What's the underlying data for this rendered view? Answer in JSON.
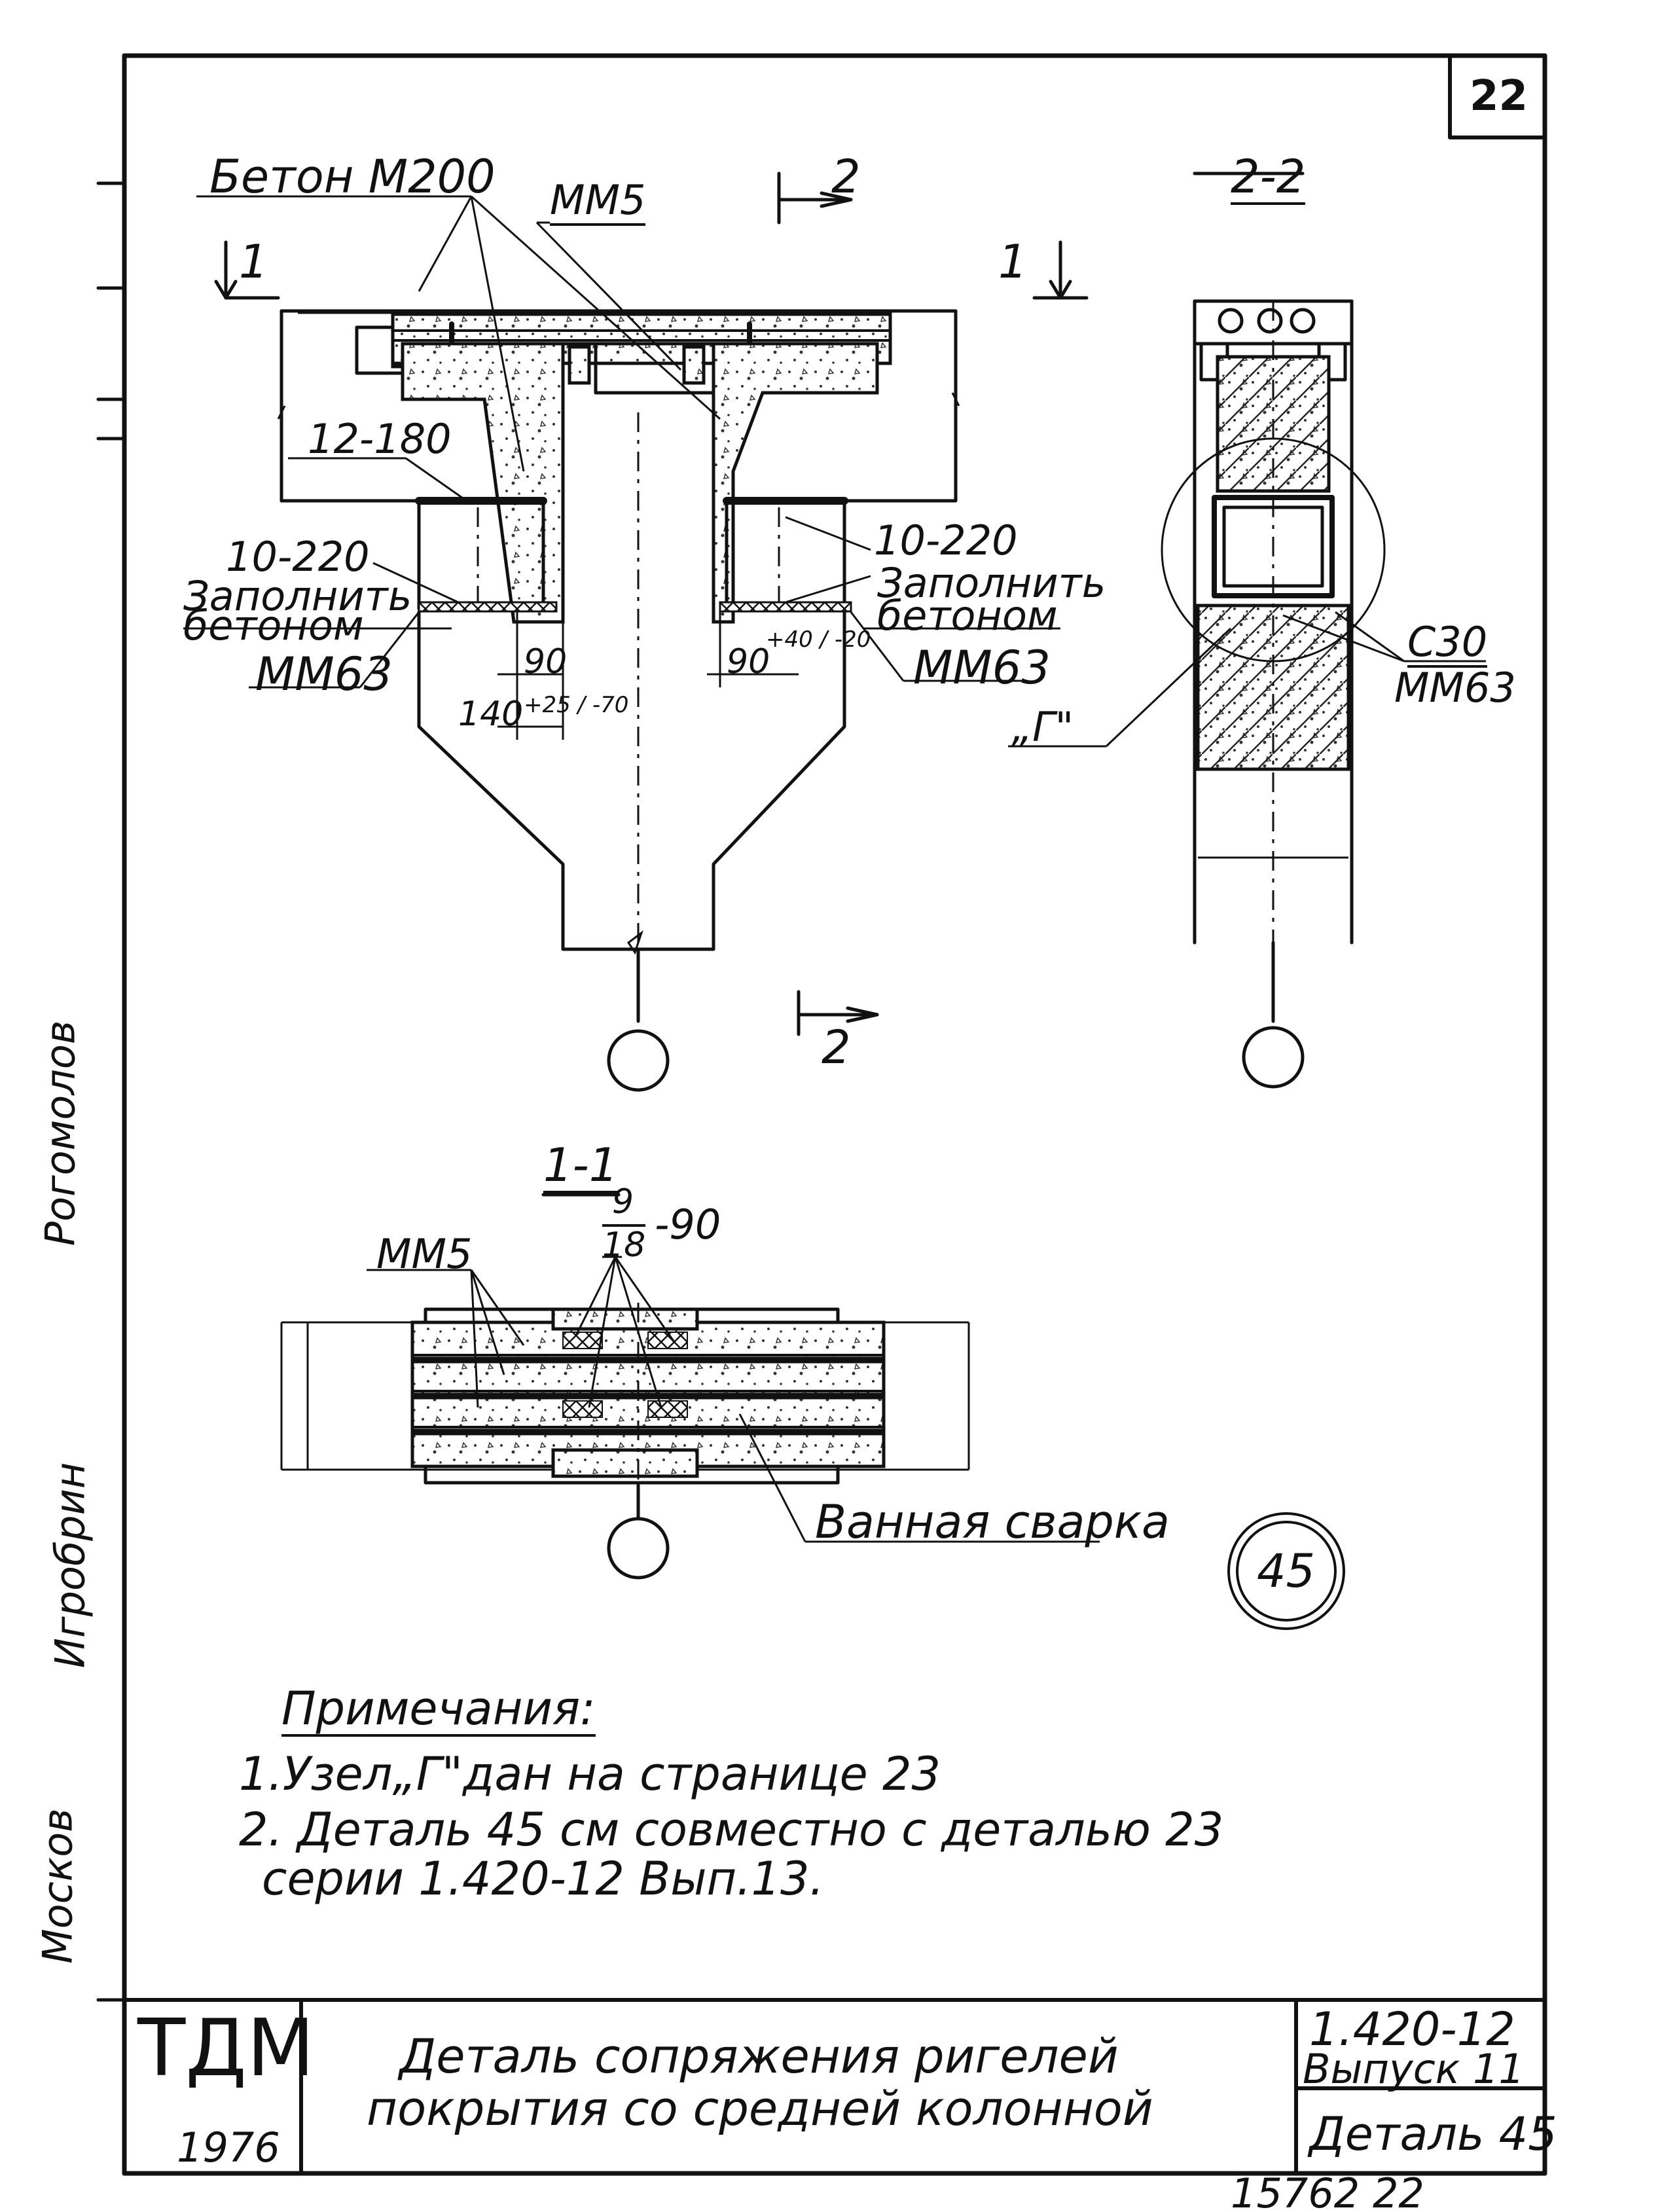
{
  "sheet": {
    "page_number": "22"
  },
  "labels": {
    "concrete_grade": "Бетон М200",
    "mm5_top": "ММ5",
    "section_mark_2": "2",
    "section_mark_1": "1",
    "section_2_title": "2-2",
    "section_1_title": "1-1",
    "spacing_12_180": "12-180",
    "spacing_10_220_left": "10-220",
    "spacing_10_220_right": "10-220",
    "fill_concrete_left_1": "Заполнить",
    "fill_concrete_left_2": "бетоном",
    "fill_concrete_right_1": "Заполнить",
    "fill_concrete_right_2": "бетоном",
    "mm63_left": "ММ63",
    "mm63_right": "ММ63",
    "mm63_section": "ММ63",
    "c30": "С30",
    "node_g": "„Г\"",
    "dim_90_left": "90",
    "dim_140": "140",
    "dim_tol_left": "+25 / -70",
    "dim_90_right": "90",
    "dim_tol_right": "+40 / -20",
    "mm5_plan": "ММ5",
    "frac_num": "9",
    "frac_den": "18",
    "frac_tail": "-90",
    "bath_welding": "Ванная сварка",
    "detail_number": "45"
  },
  "notes": {
    "title": "Примечания:",
    "line1": "1.Узел„Г\"дан на странице 23",
    "line2": "2. Деталь 45 см совместно с деталью 23",
    "line3": "серии 1.420-12 Вып.13."
  },
  "side_stamp": {
    "text1": "Москов",
    "text2": "Игробрин",
    "text3": "Рогомолов"
  },
  "title_block": {
    "org": "ТДМ",
    "year": "1976",
    "title_line1": "Деталь сопряжения ригелей",
    "title_line2": "покрытия со средней колонной",
    "series": "1.420-12",
    "issue": "Выпуск 11",
    "detail": "Деталь 45",
    "sheet_code": "15762 22"
  }
}
